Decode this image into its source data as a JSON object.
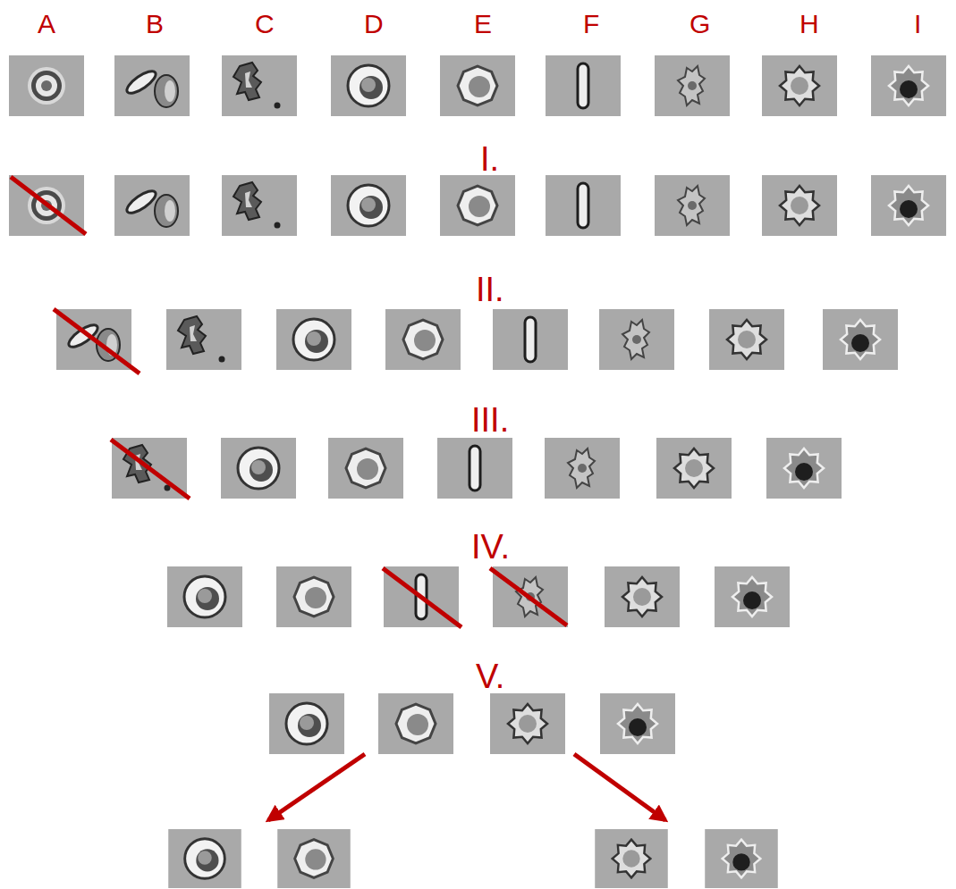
{
  "diagram": {
    "labels": [
      "A",
      "B",
      "C",
      "D",
      "E",
      "F",
      "G",
      "H",
      "I",
      "I.",
      "II.",
      "III.",
      "IV.",
      "V."
    ]
  }
}
